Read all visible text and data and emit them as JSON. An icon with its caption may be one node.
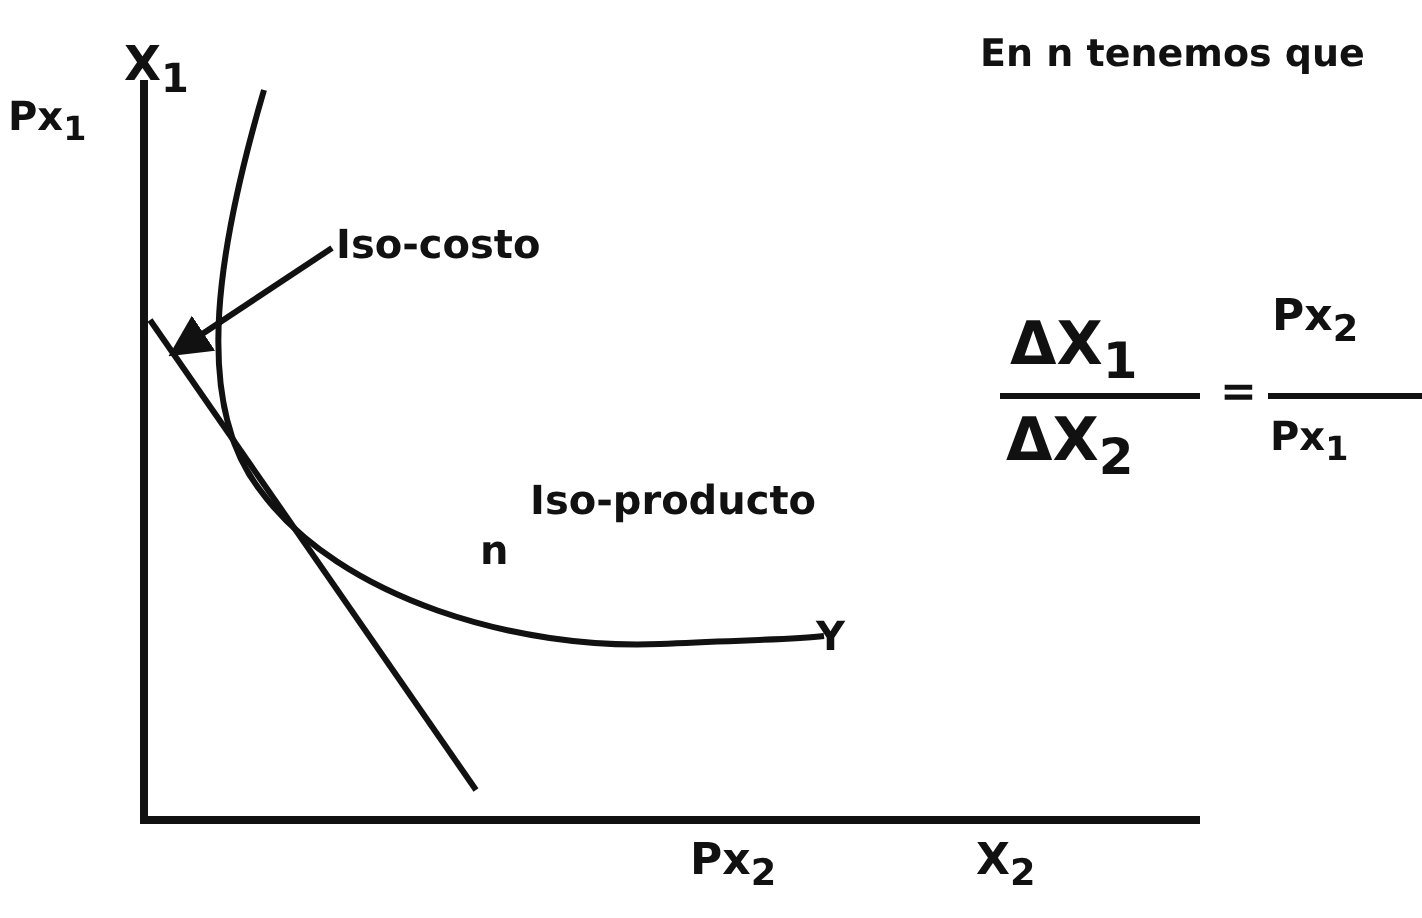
{
  "diagram": {
    "nodes": [
      {
        "text": [
          "Iso-costo"
        ]
      },
      {
        "text": [],
        "shape": "line"
      }
    ],
    "edges": [
      {
        "from": 0,
        "to": 1,
        "arrow": "to"
      }
    ],
    "labels": [
      "X$_{1}$",
      "Px$_{1}$",
      "En n tenemos que",
      "ΔX$_{1}$",
      "Px$_{2}$",
      "=",
      "ΔX$_{2}$",
      "Px$_{1}$",
      "Iso-producto",
      "n",
      "Y",
      "Px$_{2}$",
      "X$_{2}$"
    ]
  }
}
